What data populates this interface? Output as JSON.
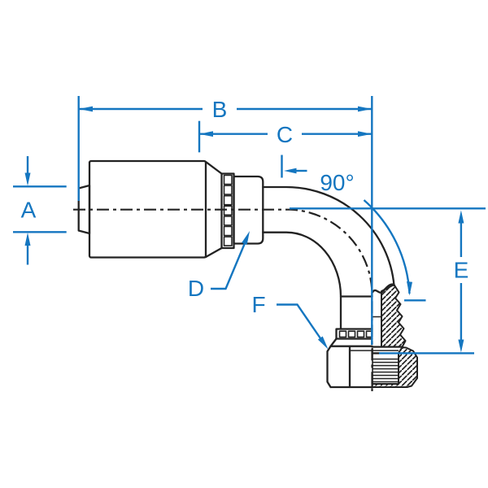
{
  "figure": {
    "alt": "Technical cross-section drawing of a 90 degree female swivel elbow hose fitting with dimension callouts",
    "angle_label": "90°",
    "labels": {
      "a": "A",
      "b": "B",
      "c": "C",
      "d": "D",
      "e": "E",
      "f": "F"
    },
    "colors": {
      "dimension_blue": "#1476C0",
      "drawing_black": "#222222",
      "background": "#FFFFFF"
    }
  }
}
